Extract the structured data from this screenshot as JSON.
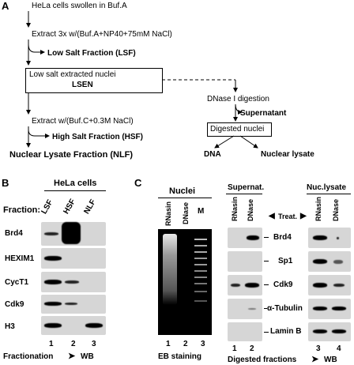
{
  "panelA": {
    "letter": "A",
    "step1": "HeLa cells swollen in Buf.A",
    "step2": "Extract 3x  w/(Buf.A+NP40+75mM NaCl)",
    "lsf": "Low Salt Fraction (LSF)",
    "box_line1": "Low salt extracted nuclei",
    "box_line2": "LSEN",
    "dnase": "DNase I digestion",
    "supernatant": "Supernatant",
    "digested": "Digested nuclei",
    "extract2": "Extract w/(Buf.C+0.3M NaCl)",
    "hsf": "High Salt Fraction (HSF)",
    "nlf": "Nuclear Lysate Fraction (NLF)",
    "dna": "DNA",
    "nuclear_lysate": "Nuclear lysate"
  },
  "panelB": {
    "letter": "B",
    "header": "HeLa cells",
    "fraction_label": "Fraction:",
    "columns": [
      "LSF",
      "HSF",
      "NLF"
    ],
    "rows": [
      "Brd4",
      "HEXIM1",
      "CycT1",
      "Cdk9",
      "H3"
    ],
    "lanes": [
      "1",
      "2",
      "3"
    ],
    "footer_left": "Fractionation",
    "footer_right": "WB"
  },
  "panelC": {
    "letter": "C",
    "gel_title": "Nuclei",
    "gel_lanes": [
      "RNasin",
      "DNase",
      "M"
    ],
    "gel_lane_numbers": [
      "1",
      "2",
      "3"
    ],
    "gel_footer": "EB staining",
    "supernat": "Supernat.",
    "nuclysate": "Nuc.lysate",
    "sup_lanes": [
      "RNasin",
      "DNase"
    ],
    "lys_lanes": [
      "RNasin",
      "DNase"
    ],
    "treat": "Treat.",
    "rows": [
      "Brd4",
      "Sp1",
      "Cdk9",
      "α-Tubulin",
      "Lamin B"
    ],
    "lane_numbers": [
      "1",
      "2",
      "3",
      "4"
    ],
    "footer_left": "Digested fractions",
    "footer_right": "WB"
  }
}
